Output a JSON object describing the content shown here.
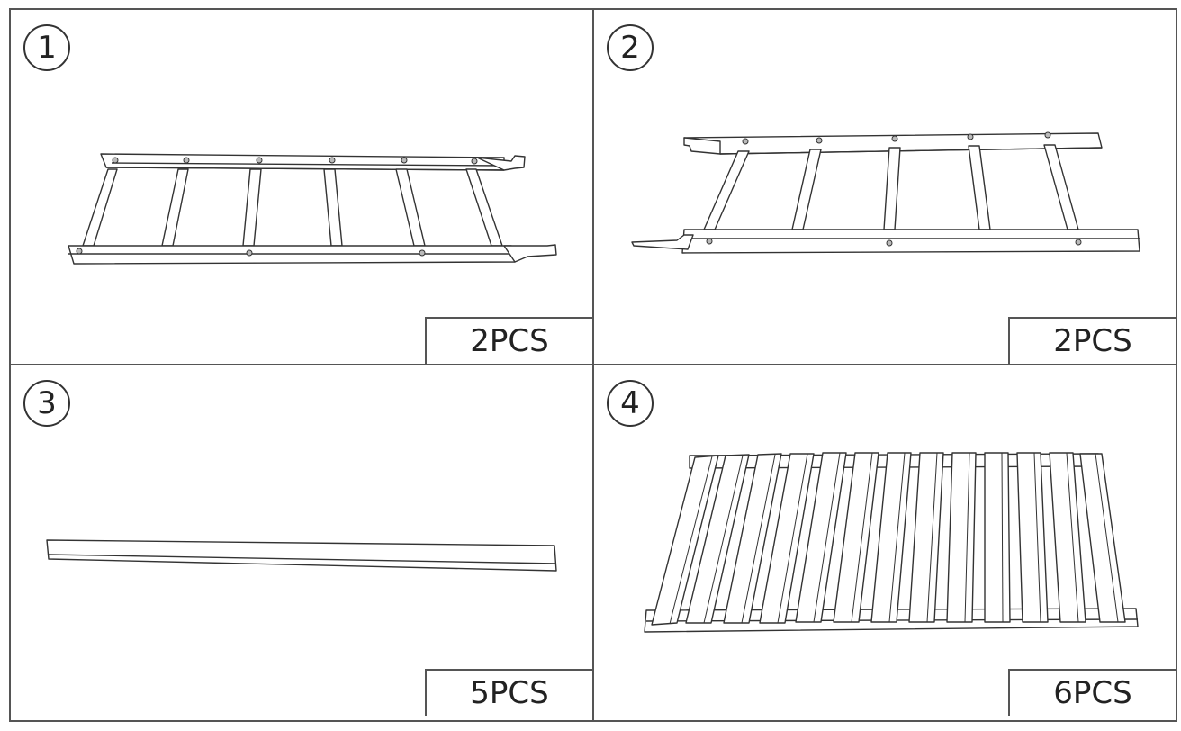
{
  "panels": [
    {
      "number": "1",
      "quantity": "2PCS",
      "part": "side ladder frame"
    },
    {
      "number": "2",
      "quantity": "2PCS",
      "part": "side ladder frame"
    },
    {
      "number": "3",
      "quantity": "5PCS",
      "part": "crossbar"
    },
    {
      "number": "4",
      "quantity": "6PCS",
      "part": "slatted shelf"
    }
  ],
  "colors": {
    "line": "#333333",
    "border": "#555555",
    "fill": "#ffffff"
  }
}
